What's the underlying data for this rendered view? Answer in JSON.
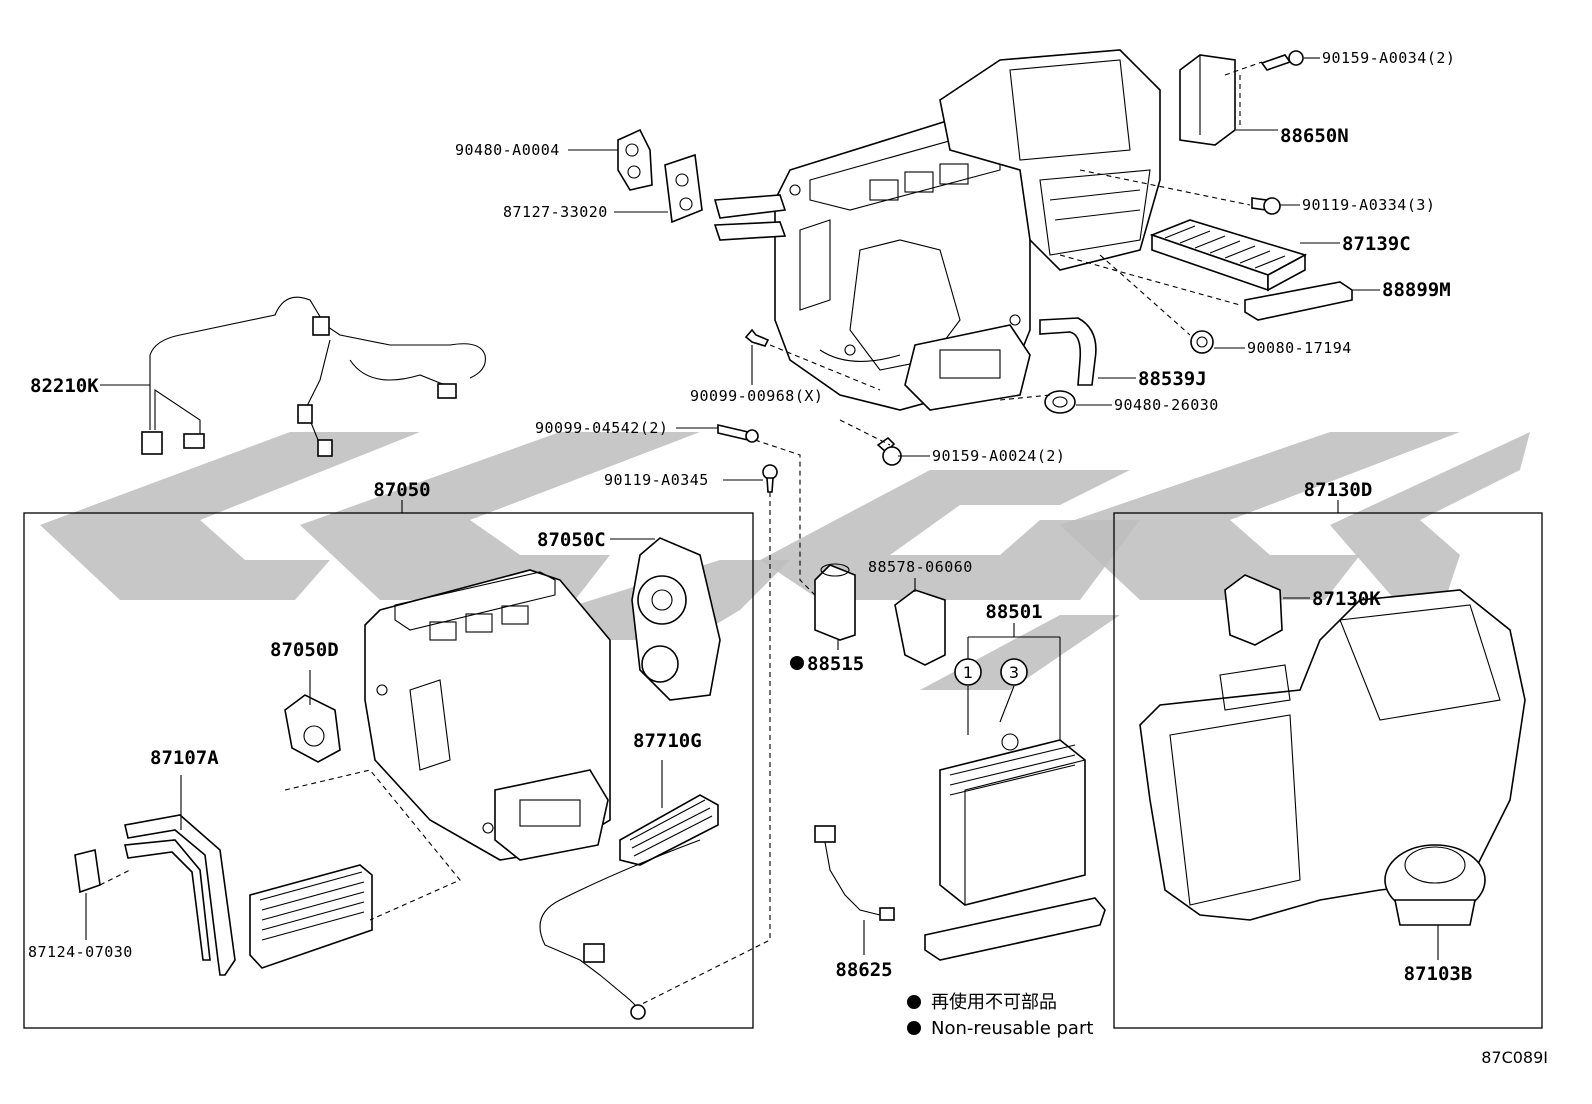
{
  "callouts": {
    "c90159_A0034": "90159-A0034(2)",
    "c88650N": "88650N",
    "c90480_A0004": "90480-A0004",
    "c87127_33020": "87127-33020",
    "c90119_A0334": "90119-A0334(3)",
    "c87139C": "87139C",
    "c88899M": "88899M",
    "c82210K": "82210K",
    "c90080_17194": "90080-17194",
    "c88539J": "88539J",
    "c90099_00968": "90099-00968(X)",
    "c90480_26030": "90480-26030",
    "c90099_04542": "90099-04542(2)",
    "c90159_A0024": "90159-A0024(2)",
    "c90119_A0345": "90119-A0345",
    "c87050": "87050",
    "c87130D": "87130D",
    "c87050C": "87050C",
    "c88578_06060": "88578-06060",
    "c88501": "88501",
    "c87130K": "87130K",
    "c87050D": "87050D",
    "c88515": "88515",
    "c87710G": "87710G",
    "c87107A": "87107A",
    "c87124_07030": "87124-07030",
    "c88625": "88625",
    "c87103B": "87103B",
    "circle_1": "1",
    "circle_3": "3"
  },
  "legend": {
    "jp": "再使用不可部品",
    "en": "Non-reusable part"
  },
  "diagram_code": "87C089I"
}
